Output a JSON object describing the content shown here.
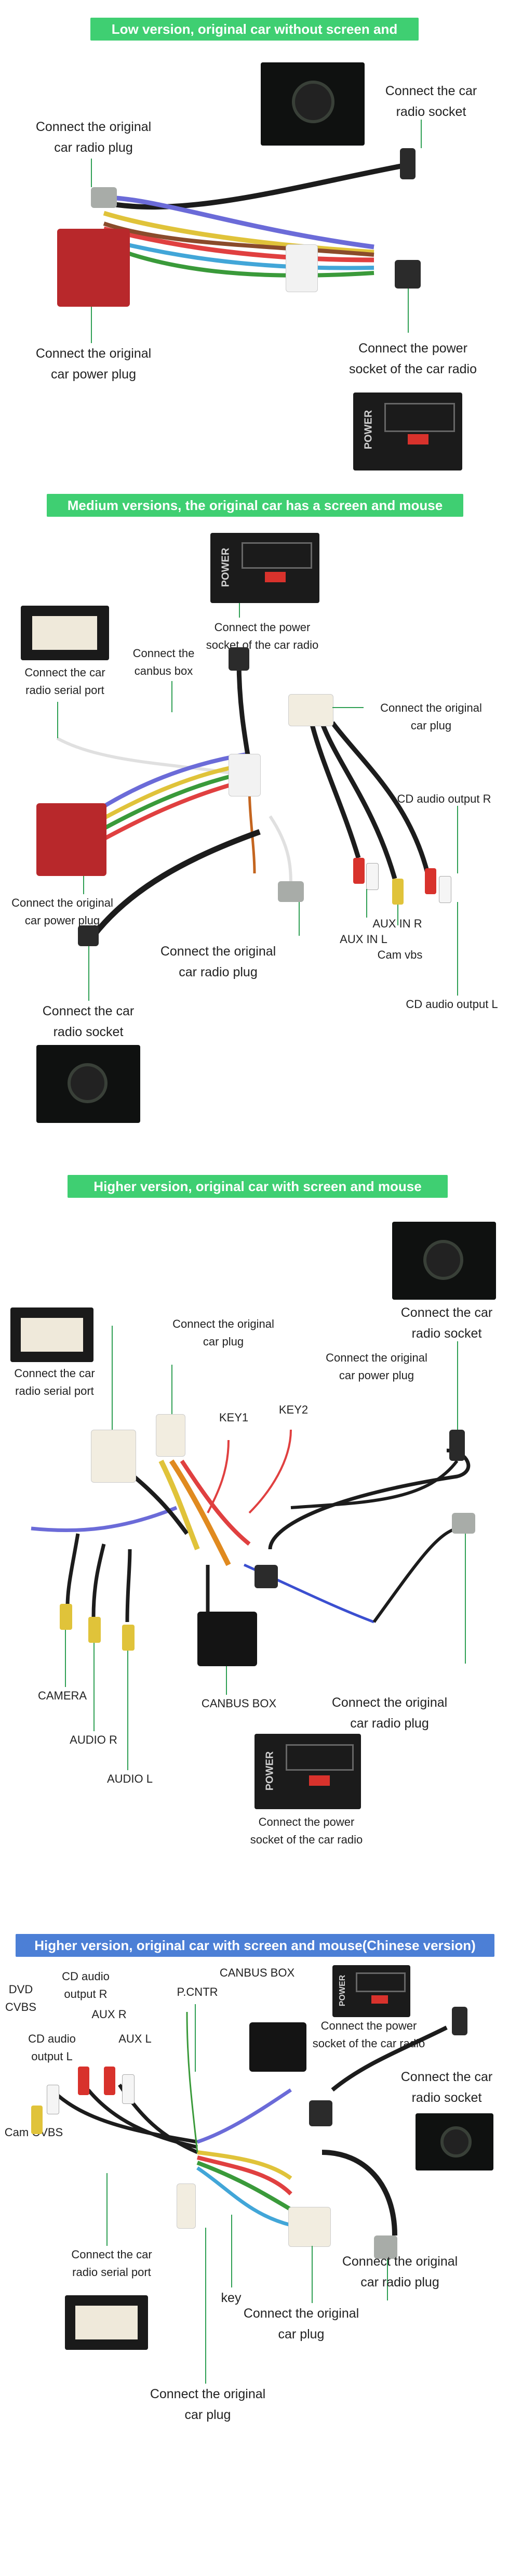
{
  "sections": [
    {
      "banner": "Low version, original car without screen and mouse",
      "color": "#3fcf72",
      "labels": {
        "car_radio_plug": "Connect the original\ncar radio plug",
        "car_radio_socket": "Connect the car\nradio socket",
        "car_power_plug": "Connect the original\ncar power plug",
        "power_socket": "Connect the power\nsocket of the car radio"
      }
    },
    {
      "banner": "Medium versions, the original car has a screen and mouse",
      "color": "#3fcf72",
      "labels": {
        "serial_port": "Connect the car\nradio serial port",
        "canbus_box": "Connect the\ncanbus box",
        "power_socket": "Connect the power\nsocket of the car radio",
        "car_plug": "Connect the original\ncar plug",
        "cd_output_r": "CD audio output R",
        "car_power_plug": "Connect the original\ncar power plug",
        "aux_in_r": "AUX IN R",
        "aux_in_l": "AUX IN L",
        "cam_vbs": "Cam vbs",
        "cd_output_l": "CD audio output L",
        "car_radio_plug": "Connect the original\ncar radio plug",
        "car_radio_socket": "Connect the car\nradio socket"
      }
    },
    {
      "banner": "Higher version, original car with screen and mouse",
      "color": "#3fcf72",
      "labels": {
        "car_radio_socket": "Connect the car\nradio socket",
        "serial_port": "Connect the car\nradio serial port",
        "car_plug": "Connect the original\ncar plug",
        "car_power_plug": "Connect the original\ncar power plug",
        "key1": "KEY1",
        "key2": "KEY2",
        "camera": "CAMERA",
        "audio_r": "AUDIO R",
        "audio_l": "AUDIO L",
        "canbus_box": "CANBUS BOX",
        "car_radio_plug": "Connect the original\ncar radio plug",
        "power_socket": "Connect the power\nsocket of the car radio"
      }
    },
    {
      "banner": "Higher version, original car with screen and mouse(Chinese version)",
      "color": "#4c7fd6",
      "labels": {
        "dvd_cvbs": "DVD\nCVBS",
        "cd_output_r": "CD audio\noutput R",
        "aux_r": "AUX R",
        "aux_l": "AUX L",
        "cd_output_l": "CD audio\noutput L",
        "cam_cvbs": "Cam CVBS",
        "p_cntr": "P.CNTR",
        "canbus_box": "CANBUS BOX",
        "power_socket": "Connect the power\nsocket of the car radio",
        "car_radio_socket": "Connect the car\nradio socket",
        "serial_port": "Connect the car\nradio serial port",
        "key": "key",
        "car_plug_1": "Connect the original\ncar plug",
        "car_radio_plug": "Connect the original\ncar radio plug",
        "car_plug_2": "Connect the original\ncar plug"
      }
    }
  ],
  "power_text": "POWER"
}
